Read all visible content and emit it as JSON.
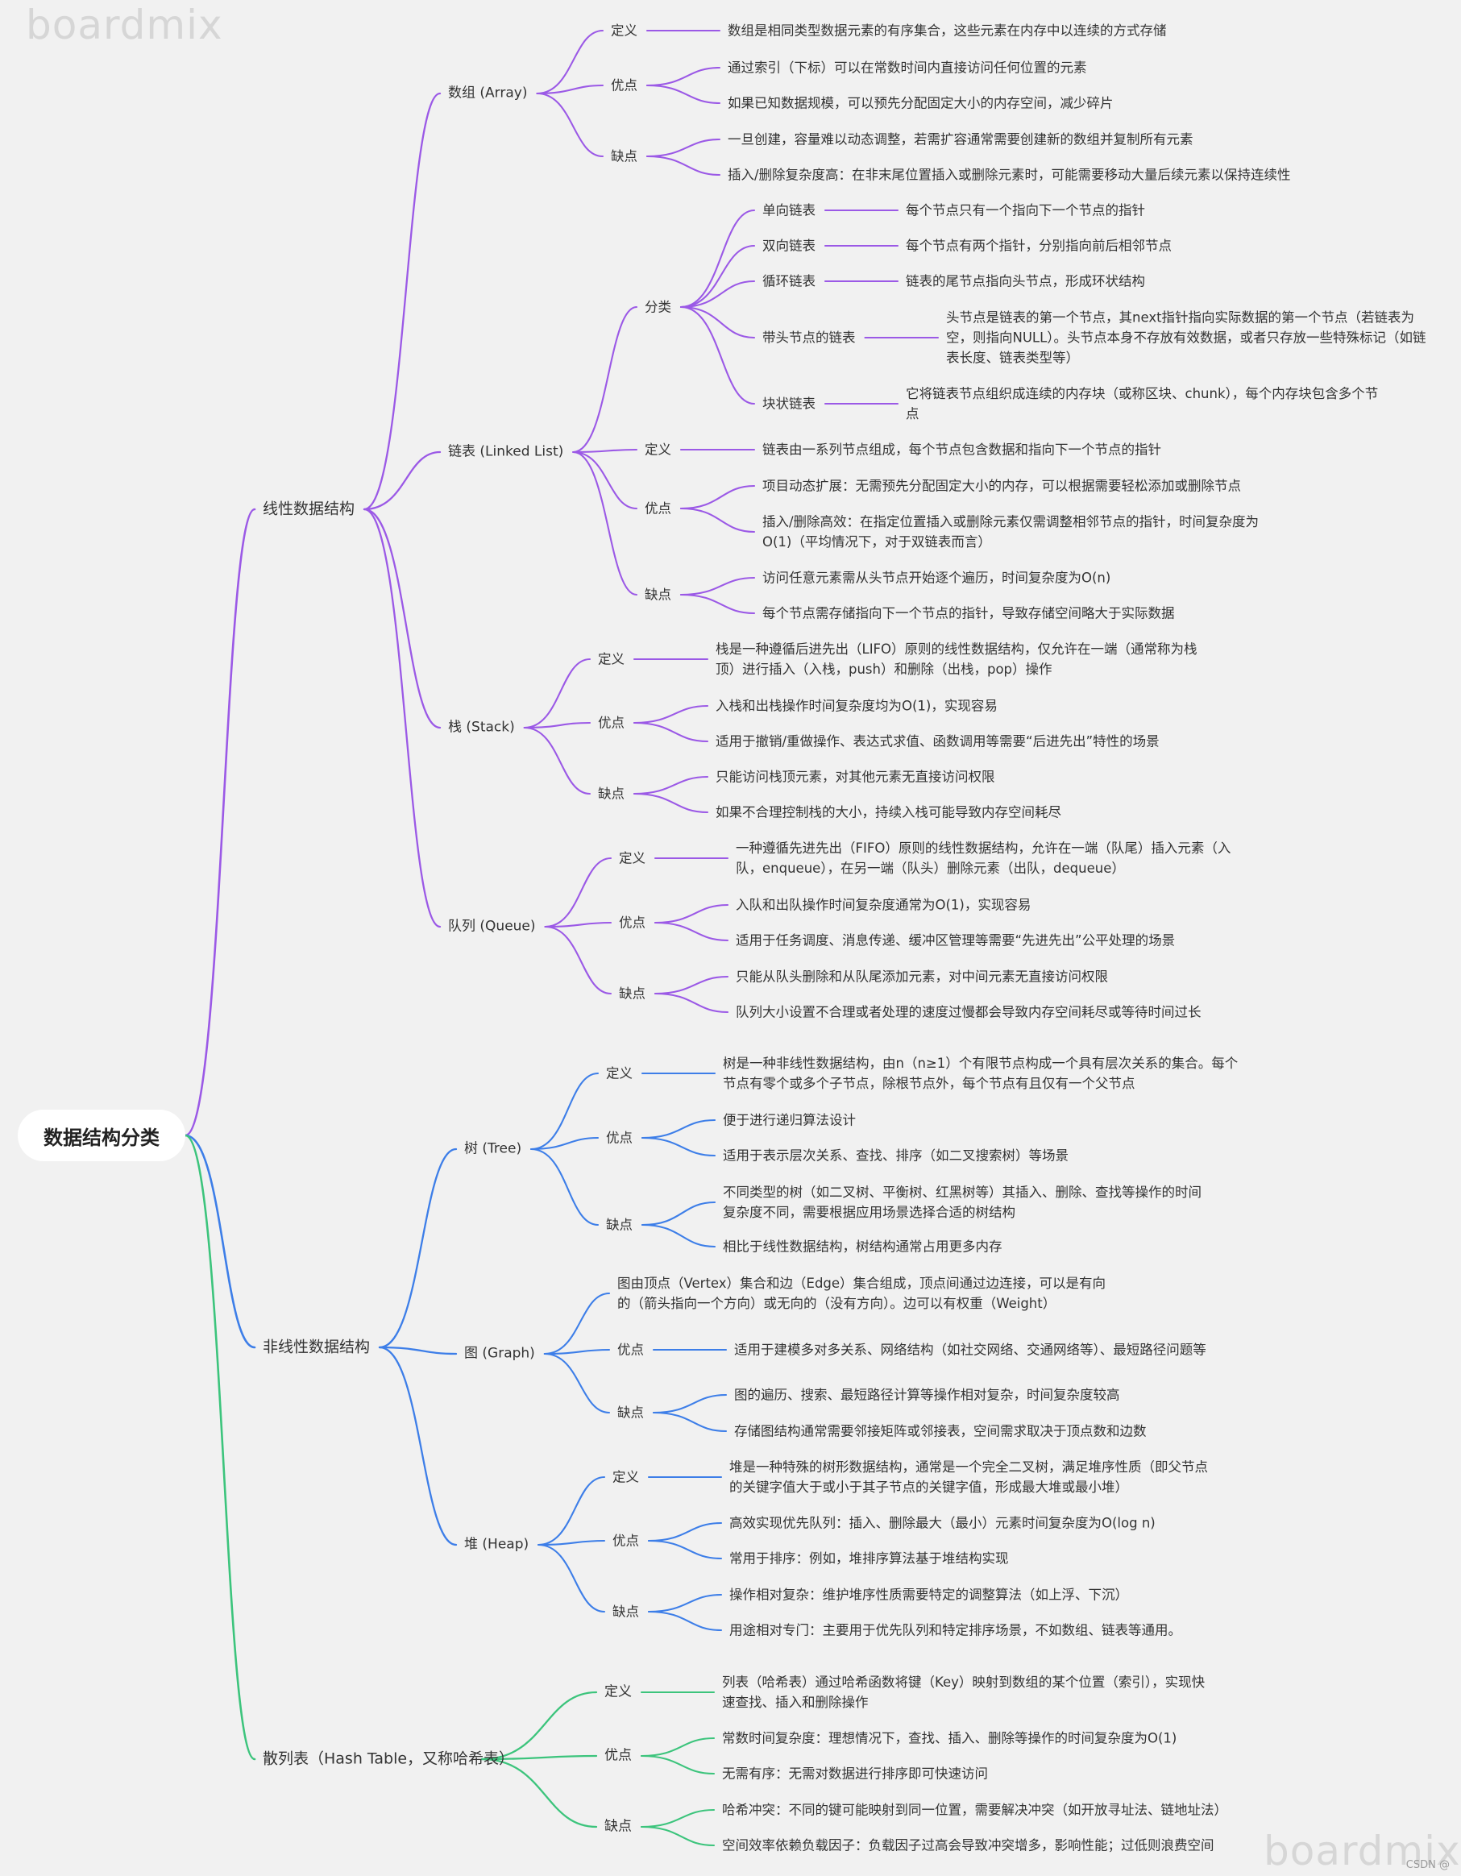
{
  "watermark": "boardmix",
  "credit": "CSDN @",
  "colors": {
    "linear": "#9b59e6",
    "nonlinear": "#3d7ee8",
    "hash": "#3cc47c"
  },
  "root": {
    "text": "数据结构分类",
    "children": [
      {
        "text": "线性数据结构",
        "children": [
          {
            "text": "数组 (Array)",
            "children": [
              {
                "text": "定义",
                "children": [
                  {
                    "text": "数组是相同类型数据元素的有序集合，这些元素在内存中以连续的方式存储"
                  }
                ]
              },
              {
                "text": "优点",
                "children": [
                  {
                    "text": "通过索引（下标）可以在常数时间内直接访问任何位置的元素"
                  },
                  {
                    "text": "如果已知数据规模，可以预先分配固定大小的内存空间，减少碎片"
                  }
                ]
              },
              {
                "text": "缺点",
                "children": [
                  {
                    "text": "一旦创建，容量难以动态调整，若需扩容通常需要创建新的数组并复制所有元素"
                  },
                  {
                    "text": "插入/删除复杂度高：在非末尾位置插入或删除元素时，可能需要移动大量后续元素以保持连续性"
                  }
                ]
              }
            ]
          },
          {
            "text": "链表 (Linked List)",
            "children": [
              {
                "text": "分类",
                "children": [
                  {
                    "text": "单向链表",
                    "children": [
                      {
                        "text": "每个节点只有一个指向下一个节点的指针"
                      }
                    ]
                  },
                  {
                    "text": "双向链表",
                    "children": [
                      {
                        "text": "每个节点有两个指针，分别指向前后相邻节点"
                      }
                    ]
                  },
                  {
                    "text": "循环链表",
                    "children": [
                      {
                        "text": "链表的尾节点指向头节点，形成环状结构"
                      }
                    ]
                  },
                  {
                    "text": "带头节点的链表",
                    "children": [
                      {
                        "text": "头节点是链表的第一个节点，其next指针指向实际数据的第一个节点（若链表为空，则指向NULL）。头节点本身不存放有效数据，或者只存放一些特殊标记（如链表长度、链表类型等）"
                      }
                    ]
                  },
                  {
                    "text": "块状链表",
                    "children": [
                      {
                        "text": "它将链表节点组织成连续的内存块（或称区块、chunk），每个内存块包含多个节点"
                      }
                    ]
                  }
                ]
              },
              {
                "text": "定义",
                "children": [
                  {
                    "text": "链表由一系列节点组成，每个节点包含数据和指向下一个节点的指针"
                  }
                ]
              },
              {
                "text": "优点",
                "children": [
                  {
                    "text": "项目动态扩展：无需预先分配固定大小的内存，可以根据需要轻松添加或删除节点"
                  },
                  {
                    "text": "插入/删除高效：在指定位置插入或删除元素仅需调整相邻节点的指针，时间复杂度为O(1)（平均情况下，对于双链表而言）"
                  }
                ]
              },
              {
                "text": "缺点",
                "children": [
                  {
                    "text": "访问任意元素需从头节点开始逐个遍历，时间复杂度为O(n)"
                  },
                  {
                    "text": "每个节点需存储指向下一个节点的指针，导致存储空间略大于实际数据"
                  }
                ]
              }
            ]
          },
          {
            "text": "栈 (Stack)",
            "children": [
              {
                "text": "定义",
                "children": [
                  {
                    "text": "栈是一种遵循后进先出（LIFO）原则的线性数据结构，仅允许在一端（通常称为栈顶）进行插入（入栈，push）和删除（出栈，pop）操作"
                  }
                ]
              },
              {
                "text": "优点",
                "children": [
                  {
                    "text": "入栈和出栈操作时间复杂度均为O(1)，实现容易"
                  },
                  {
                    "text": "适用于撤销/重做操作、表达式求值、函数调用等需要“后进先出”特性的场景"
                  }
                ]
              },
              {
                "text": "缺点",
                "children": [
                  {
                    "text": "只能访问栈顶元素，对其他元素无直接访问权限"
                  },
                  {
                    "text": "如果不合理控制栈的大小，持续入栈可能导致内存空间耗尽"
                  }
                ]
              }
            ]
          },
          {
            "text": "队列 (Queue)",
            "children": [
              {
                "text": "定义",
                "children": [
                  {
                    "text": "一种遵循先进先出（FIFO）原则的线性数据结构，允许在一端（队尾）插入元素（入队，enqueue），在另一端（队头）删除元素（出队，dequeue）"
                  }
                ]
              },
              {
                "text": "优点",
                "children": [
                  {
                    "text": "入队和出队操作时间复杂度通常为O(1)，实现容易"
                  },
                  {
                    "text": "适用于任务调度、消息传递、缓冲区管理等需要“先进先出”公平处理的场景"
                  }
                ]
              },
              {
                "text": "缺点",
                "children": [
                  {
                    "text": "只能从队头删除和从队尾添加元素，对中间元素无直接访问权限"
                  },
                  {
                    "text": "队列大小设置不合理或者处理的速度过慢都会导致内存空间耗尽或等待时间过长"
                  }
                ]
              }
            ]
          }
        ]
      },
      {
        "text": "非线性数据结构",
        "children": [
          {
            "text": "树 (Tree)",
            "children": [
              {
                "text": "定义",
                "children": [
                  {
                    "text": "树是一种非线性数据结构，由n（n≥1）个有限节点构成一个具有层次关系的集合。每个节点有零个或多个子节点，除根节点外，每个节点有且仅有一个父节点"
                  }
                ]
              },
              {
                "text": "优点",
                "children": [
                  {
                    "text": "便于进行递归算法设计"
                  },
                  {
                    "text": "适用于表示层次关系、查找、排序（如二叉搜索树）等场景"
                  }
                ]
              },
              {
                "text": "缺点",
                "children": [
                  {
                    "text": "不同类型的树（如二叉树、平衡树、红黑树等）其插入、删除、查找等操作的时间复杂度不同，需要根据应用场景选择合适的树结构"
                  },
                  {
                    "text": "相比于线性数据结构，树结构通常占用更多内存"
                  }
                ]
              }
            ]
          },
          {
            "text": "图 (Graph)",
            "children": [
              {
                "text": "图由顶点（Vertex）集合和边（Edge）集合组成，顶点间通过边连接，可以是有向的（箭头指向一个方向）或无向的（没有方向）。边可以有权重（Weight）"
              },
              {
                "text": "优点",
                "children": [
                  {
                    "text": "适用于建模多对多关系、网络结构（如社交网络、交通网络等）、最短路径问题等"
                  }
                ]
              },
              {
                "text": "缺点",
                "children": [
                  {
                    "text": "图的遍历、搜索、最短路径计算等操作相对复杂，时间复杂度较高"
                  },
                  {
                    "text": "存储图结构通常需要邻接矩阵或邻接表，空间需求取决于顶点数和边数"
                  }
                ]
              }
            ]
          },
          {
            "text": "堆 (Heap)",
            "children": [
              {
                "text": "定义",
                "children": [
                  {
                    "text": "堆是一种特殊的树形数据结构，通常是一个完全二叉树，满足堆序性质（即父节点的关键字值大于或小于其子节点的关键字值，形成最大堆或最小堆）"
                  }
                ]
              },
              {
                "text": "优点",
                "children": [
                  {
                    "text": "高效实现优先队列：插入、删除最大（最小）元素时间复杂度为O(log n)"
                  },
                  {
                    "text": "常用于排序：例如，堆排序算法基于堆结构实现"
                  }
                ]
              },
              {
                "text": "缺点",
                "children": [
                  {
                    "text": "操作相对复杂：维护堆序性质需要特定的调整算法（如上浮、下沉）"
                  },
                  {
                    "text": "用途相对专门：主要用于优先队列和特定排序场景，不如数组、链表等通用。"
                  }
                ]
              }
            ]
          }
        ]
      },
      {
        "text": "散列表（Hash Table，又称哈希表）",
        "children": [
          {
            "text": "定义",
            "children": [
              {
                "text": "列表（哈希表）通过哈希函数将键（Key）映射到数组的某个位置（索引），实现快速查找、插入和删除操作"
              }
            ]
          },
          {
            "text": "优点",
            "children": [
              {
                "text": "常数时间复杂度：理想情况下，查找、插入、删除等操作的时间复杂度为O(1)"
              },
              {
                "text": "无需有序：无需对数据进行排序即可快速访问"
              }
            ]
          },
          {
            "text": "缺点",
            "children": [
              {
                "text": "哈希冲突：不同的键可能映射到同一位置，需要解决冲突（如开放寻址法、链地址法）"
              },
              {
                "text": "空间效率依赖负载因子：负载因子过高会导致冲突增多，影响性能；过低则浪费空间"
              }
            ]
          }
        ]
      }
    ]
  }
}
